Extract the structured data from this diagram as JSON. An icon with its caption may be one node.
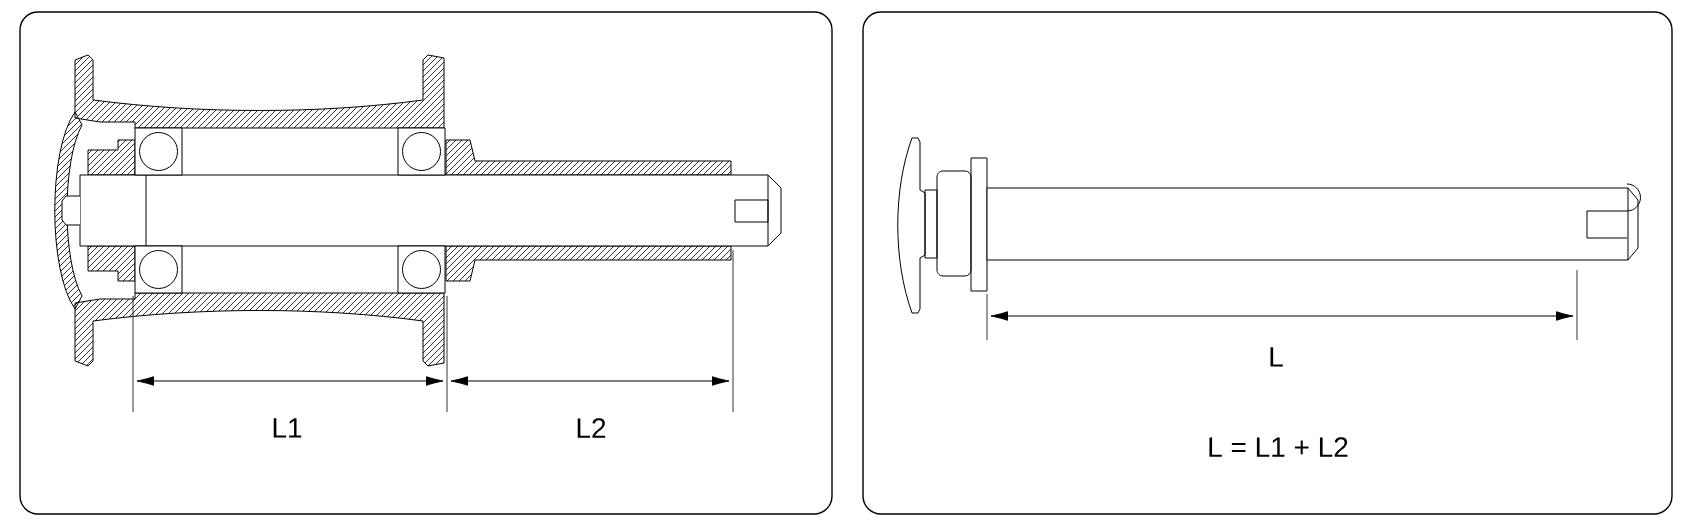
{
  "diagram": {
    "labels": [
      "L1",
      "L2",
      "L",
      "L = L1 + L2"
    ]
  }
}
